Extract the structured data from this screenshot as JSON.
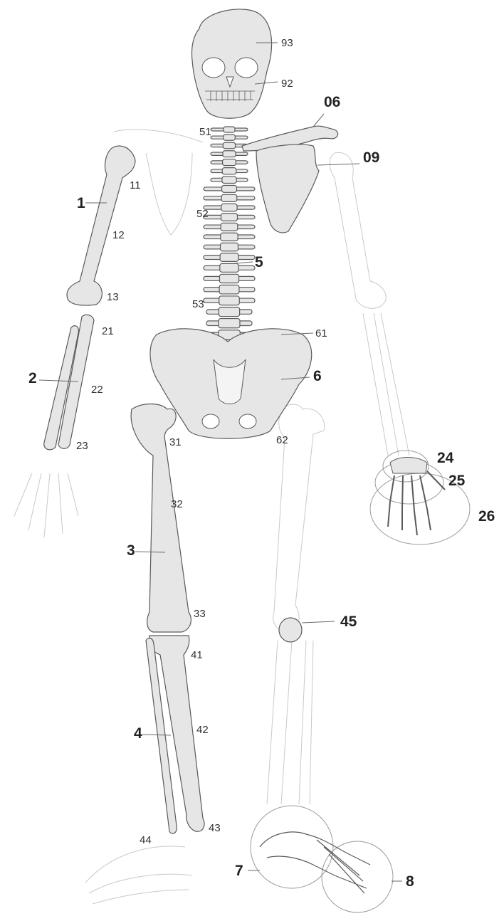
{
  "labels": {
    "l1": "1",
    "l11": "11",
    "l12": "12",
    "l13": "13",
    "l2": "2",
    "l21": "21",
    "l22": "22",
    "l23": "23",
    "l24": "24",
    "l25": "25",
    "l26": "26",
    "l3": "3",
    "l31": "31",
    "l32": "32",
    "l33": "33",
    "l4": "4",
    "l41": "41",
    "l42": "42",
    "l43": "43",
    "l44": "44",
    "l45": "45",
    "l5": "5",
    "l51": "51",
    "l52": "52",
    "l53": "53",
    "l6": "6",
    "l61": "61",
    "l62": "62",
    "l06": "06",
    "l09": "09",
    "l7": "7",
    "l8": "8",
    "l92": "92",
    "l93": "93"
  }
}
